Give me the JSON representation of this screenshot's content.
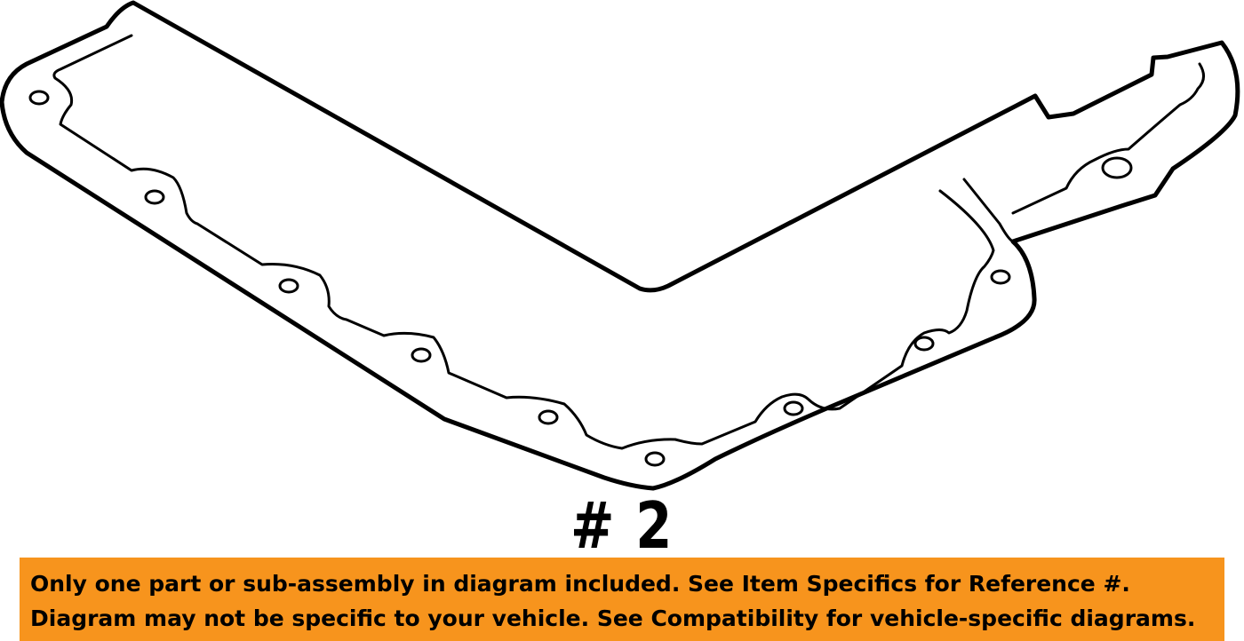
{
  "diagram": {
    "part_label": "# 2"
  },
  "disclaimer": {
    "background_color": "#F7941D",
    "line1": "Only one part or sub-assembly in diagram included. See Item Specifics for Reference #.",
    "line2": "Diagram may not be specific to your vehicle. See Compatibility for vehicle-specific diagrams."
  },
  "colors": {
    "stroke": "#000000",
    "background": "#FFFFFF"
  }
}
